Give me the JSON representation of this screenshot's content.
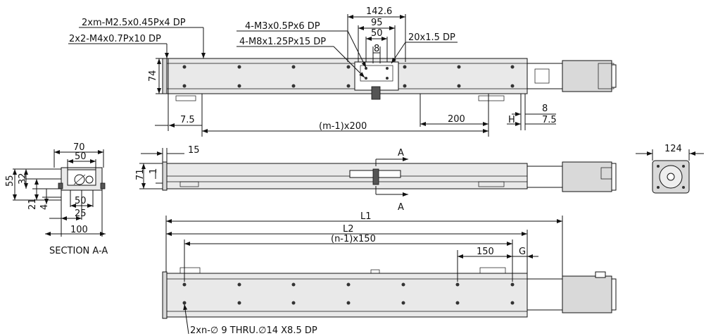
{
  "top_view": {
    "labels": {
      "tap_m25": "2xm-M2.5x0.45Px4 DP",
      "tap_m4": "2x2-M4x0.7Px10 DP",
      "tap_m3": "4-M3x0.5Px6 DP",
      "tap_m8": "4-M8x1.25Px15 DP",
      "recess": "20x1.5 DP"
    },
    "dims": {
      "d142_6": "142.6",
      "d95": "95",
      "d50": "50",
      "d8_top": "8",
      "d74": "74",
      "d7_5_left": "7.5",
      "d_m_pitch": "(m-1)x200",
      "d200": "200",
      "d_h": "H",
      "d8_right": "8",
      "d7_5_right": "7.5"
    }
  },
  "front_view": {
    "dims": {
      "d15": "15",
      "d71": "71",
      "d1": "1"
    },
    "section_marks": [
      "A",
      "A"
    ]
  },
  "section_view": {
    "title": "SECTION A-A",
    "dims": {
      "d70": "70",
      "d50_top": "50",
      "d55": "55",
      "d32": "32",
      "d21": "21",
      "d4": "4",
      "d50_bot": "50",
      "d25": "25",
      "d100": "100"
    }
  },
  "end_view": {
    "dims": {
      "d124": "124"
    }
  },
  "bottom_view": {
    "dims": {
      "d_l1": "L1",
      "d_l2": "L2",
      "d_n_pitch": "(n-1)x150",
      "d150": "150",
      "d_g": "G"
    },
    "labels": {
      "thru_hole": "2xn-∅ 9 THRU.∅14 X8.5 DP"
    }
  }
}
